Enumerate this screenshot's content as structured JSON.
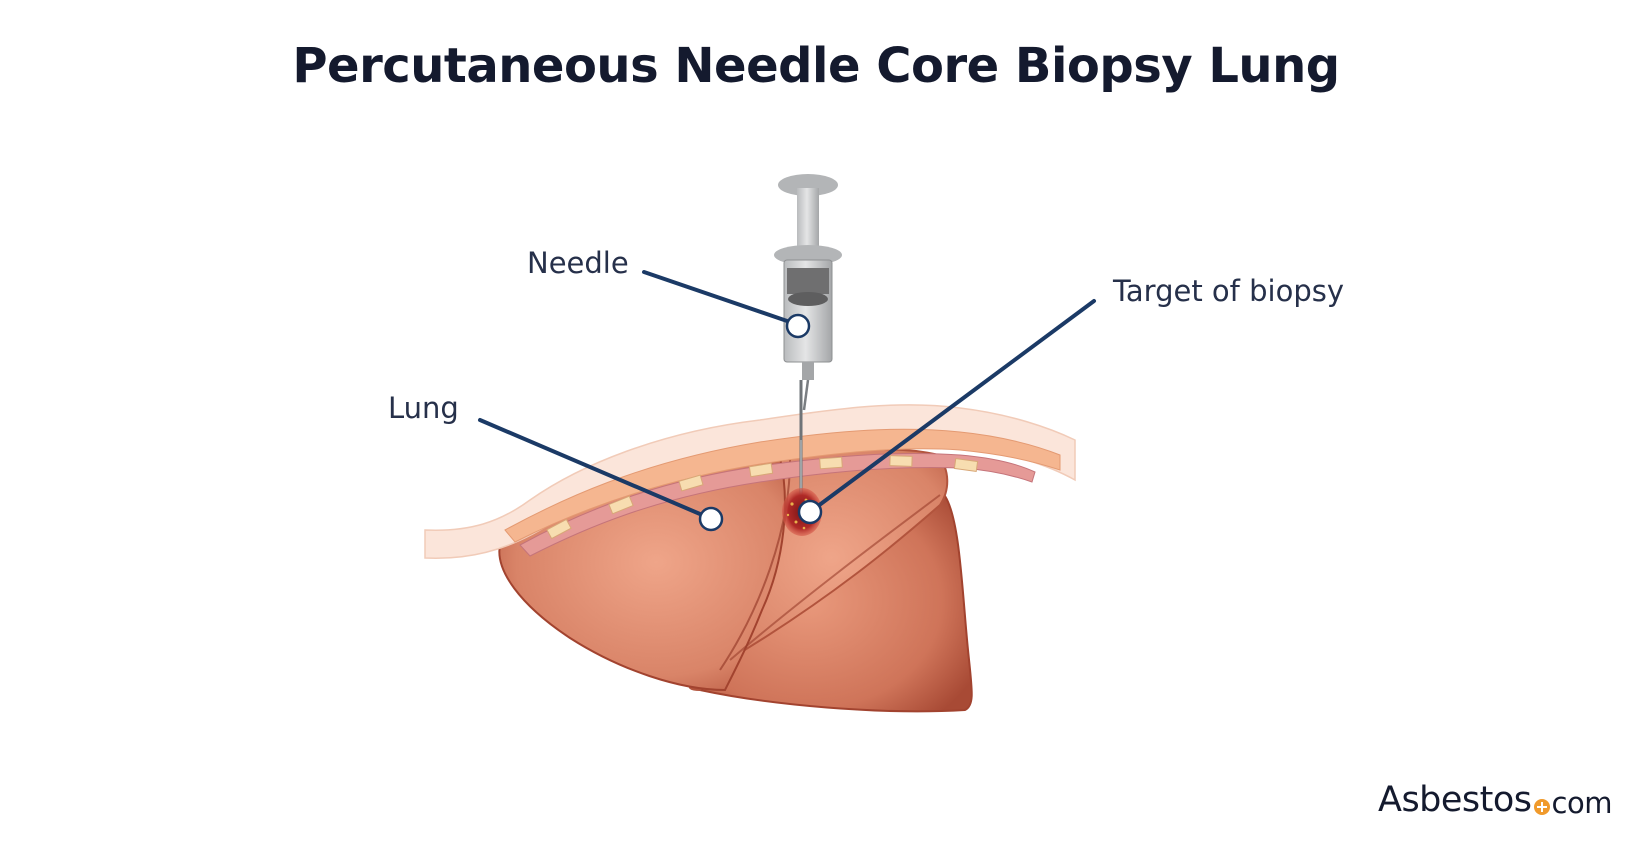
{
  "title": "Percutaneous Needle Core Biopsy Lung",
  "labels": {
    "needle": "Needle",
    "target": "Target of biopsy",
    "lung": "Lung"
  },
  "logo": {
    "name": "Asbestos",
    "suffix": "com"
  },
  "colors": {
    "title": "#141a2e",
    "leader_line": "#1b3a66",
    "lung": "#d97f66",
    "skin": "#f7c9a8",
    "muscle": "#e4949a",
    "tumor": "#9c1e20",
    "logo_accent": "#f09a2c"
  }
}
